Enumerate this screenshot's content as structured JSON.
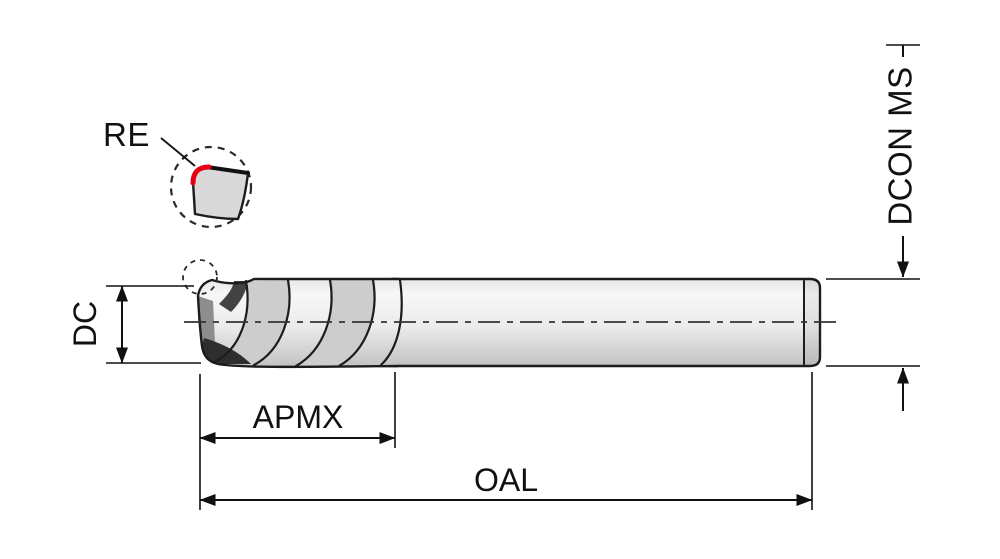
{
  "diagram": {
    "type": "technical-drawing",
    "subject": "end-mill-cutting-tool-dimensions",
    "labels": {
      "re": "RE",
      "dc": "DC",
      "apmx": "APMX",
      "oal": "OAL",
      "dcon_ms": "DCON MS"
    },
    "colors": {
      "line": "#1a1a1a",
      "body_light": "#f2f2f2",
      "body_shadow": "#c2c2c2",
      "flute_shade": "#cdcdcd",
      "tip_dark": "#2e2e2e",
      "corner_radius_red": "#e60012",
      "background": "#ffffff"
    }
  }
}
